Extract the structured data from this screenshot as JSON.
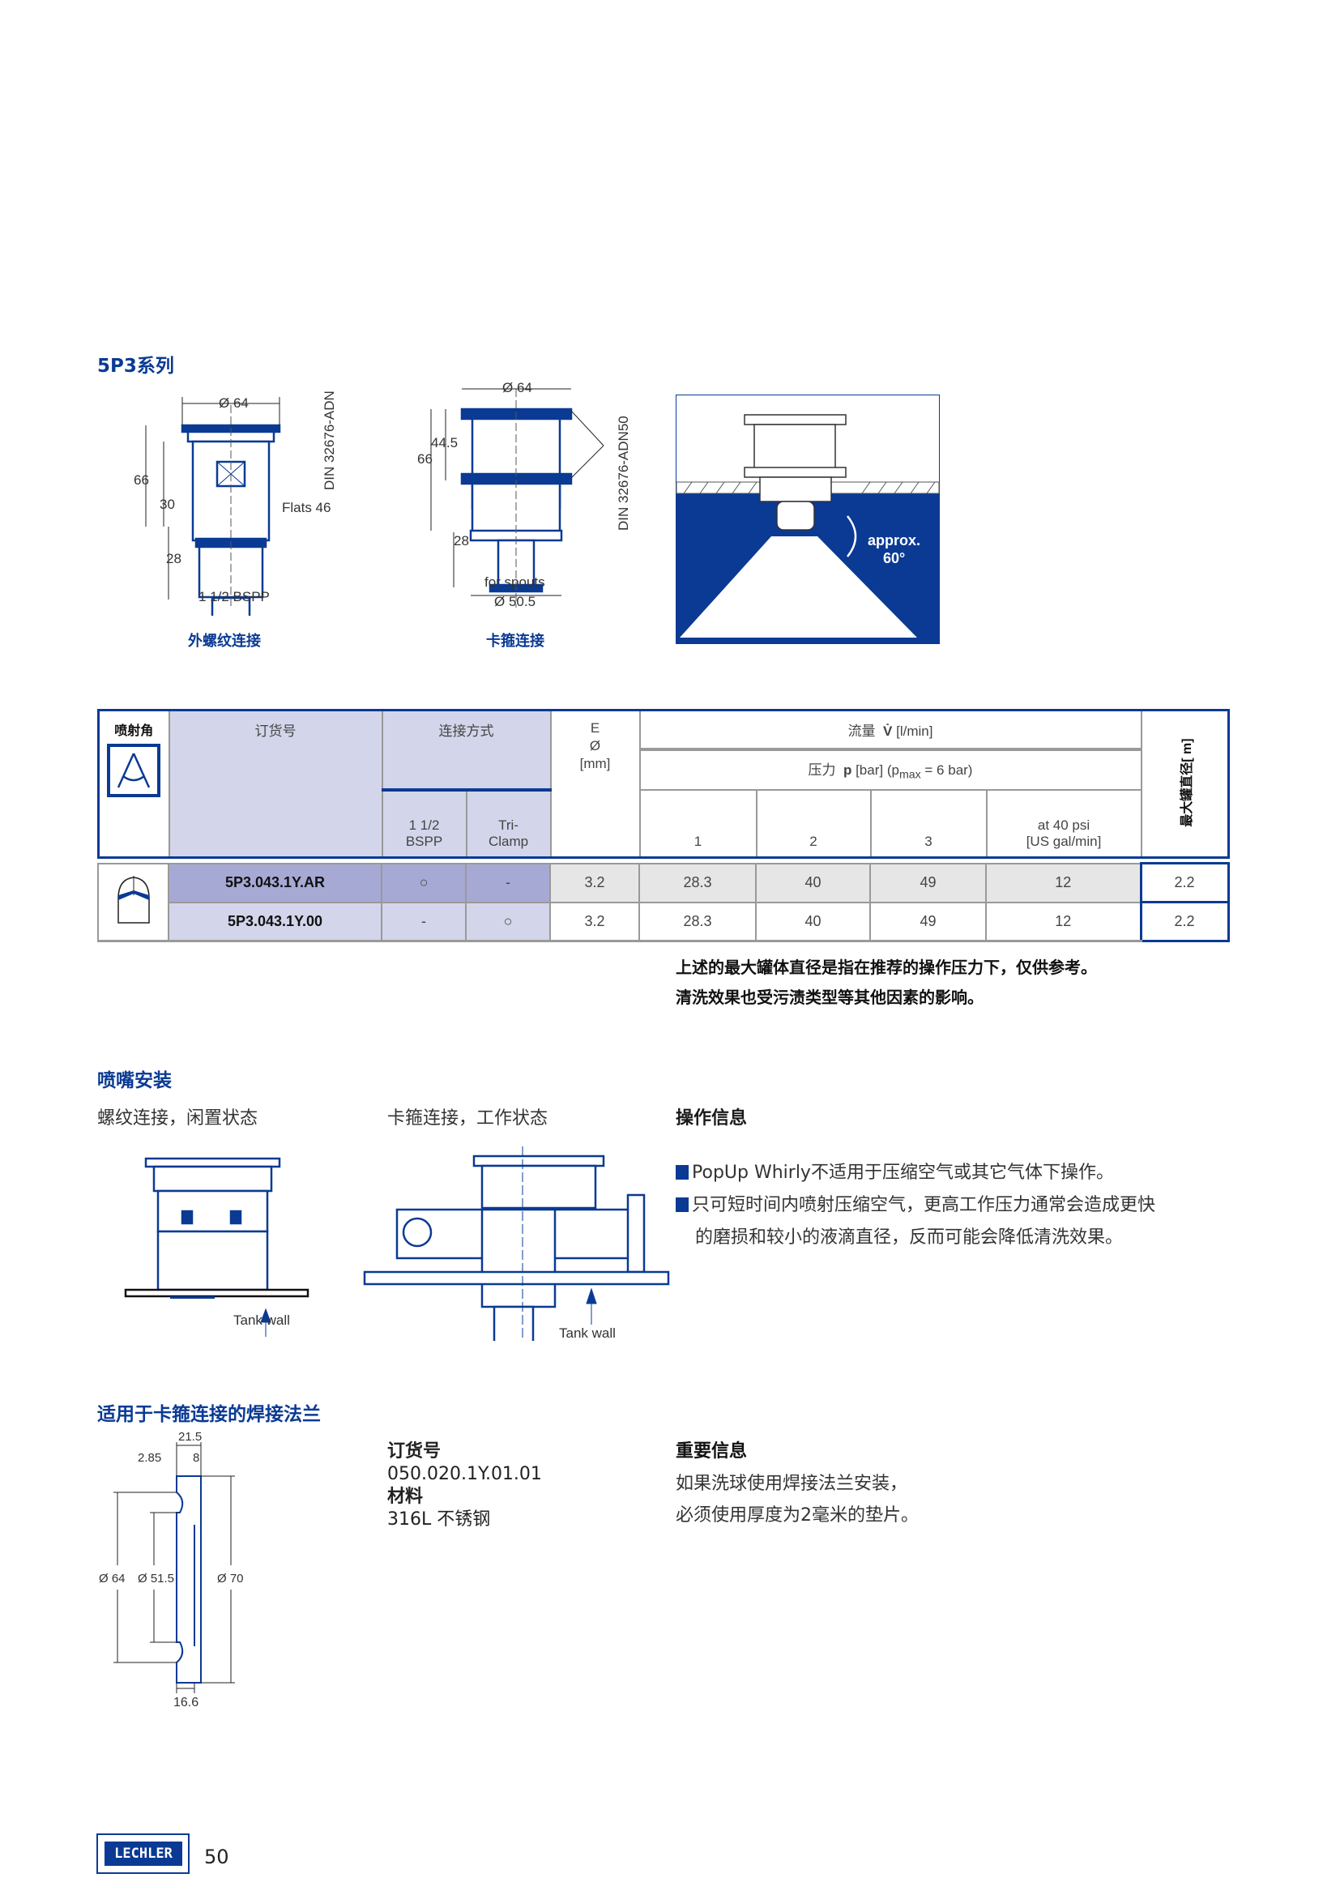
{
  "series_title": "5P3系列",
  "drawings": {
    "thread": {
      "caption": "外螺纹连接",
      "dims": {
        "dia": "Ø 64",
        "h66": "66",
        "h30": "30",
        "h28": "28",
        "flats": "Flats 46",
        "thread": "1 1/2 BSPP",
        "din": "DIN 32676-ADN"
      }
    },
    "clamp": {
      "caption": "卡箍连接",
      "dims": {
        "dia": "Ø 64",
        "h445": "44.5",
        "h66": "66",
        "h28": "28",
        "spouts": "for spouts",
        "spouts_dia": "Ø 50.5",
        "din": "DIN 32676-ADN50"
      }
    },
    "spray": {
      "angle_label": "approx.",
      "angle_value": "60°"
    }
  },
  "table": {
    "headers": {
      "spray_angle": "喷射角",
      "order_no": "订货号",
      "connection": "连接方式",
      "conn_bspp_1": "1 1/2",
      "conn_bspp_2": "BSPP",
      "conn_tri_1": "Tri-",
      "conn_tri_2": "Clamp",
      "e1": "E",
      "e2": "Ø",
      "e3": "[mm]",
      "flow": "流量",
      "flow_symbol": "V̇",
      "flow_unit": "[l/min]",
      "pressure": "压力",
      "pressure_symbol": "p",
      "pressure_unit": "[bar] (p",
      "pressure_sub": "max",
      "pressure_rest": " = 6 bar)",
      "p1": "1",
      "p2": "2",
      "p3": "3",
      "psi1": "at 40 psi",
      "psi2": "[US gal/min]",
      "max_tank": "最大罐直径[ m]"
    },
    "rows": [
      {
        "order_no": "5P3.043.1Y.AR",
        "bspp": "○",
        "triclamp": "-",
        "e": "3.2",
        "f1": "28.3",
        "f2": "40",
        "f3": "49",
        "psi": "12",
        "tank": "2.2"
      },
      {
        "order_no": "5P3.043.1Y.00",
        "bspp": "-",
        "triclamp": "○",
        "e": "3.2",
        "f1": "28.3",
        "f2": "40",
        "f3": "49",
        "psi": "12",
        "tank": "2.2"
      }
    ]
  },
  "notes": [
    "上述的最大罐体直径是指在推荐的操作压力下，仅供参考。",
    "清洗效果也受污渍类型等其他因素的影响。"
  ],
  "install": {
    "title": "喷嘴安装",
    "thread_caption": "螺纹连接，闲置状态",
    "clamp_caption": "卡箍连接，工作状态",
    "tank_wall": "Tank wall"
  },
  "operation": {
    "title": "操作信息",
    "bullets": [
      "PopUp Whirly不适用于压缩空气或其它气体下操作。",
      "只可短时间内喷射压缩空气，更高工作压力通常会造成更快",
      "的磨损和较小的液滴直径，反而可能会降低清洗效果。"
    ]
  },
  "flange": {
    "title": "适用于卡箍连接的焊接法兰",
    "dims": {
      "w215": "21.5",
      "w285": "2.85",
      "w8": "8",
      "d64": "Ø 64",
      "d515": "Ø 51.5",
      "d70": "Ø 70",
      "w166": "16.6"
    },
    "order_label": "订货号",
    "order_no": "050.020.1Y.01.01",
    "material_label": "材料",
    "material": "316L 不锈钢"
  },
  "important": {
    "title": "重要信息",
    "lines": [
      "如果洗球使用焊接法兰安装，",
      "必须使用厚度为2毫米的垫片。"
    ]
  },
  "footer": {
    "logo": "LECHLER",
    "page": "50"
  },
  "colors": {
    "brand": "#0a3a94",
    "lavender": "#d3d5ea",
    "lavender_dark": "#a7a9d5",
    "row_gray": "#e6e6e6"
  }
}
